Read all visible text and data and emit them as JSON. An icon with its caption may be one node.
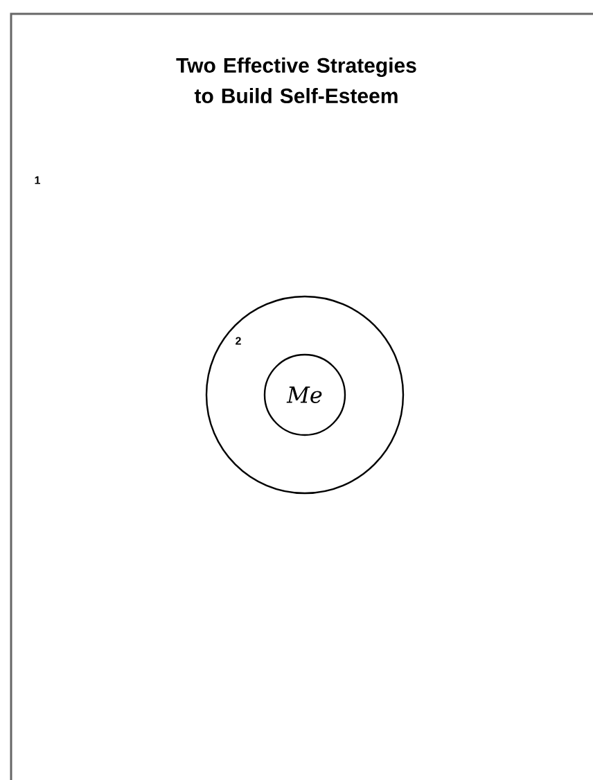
{
  "diagram": {
    "title": "Two Effective Strategies to Build Self-Esteem",
    "nodes": [
      {
        "text": [
          "2"
        ]
      },
      {
        "text": [
          "Me"
        ],
        "in": 0
      }
    ],
    "labels": [
      "1"
    ]
  }
}
